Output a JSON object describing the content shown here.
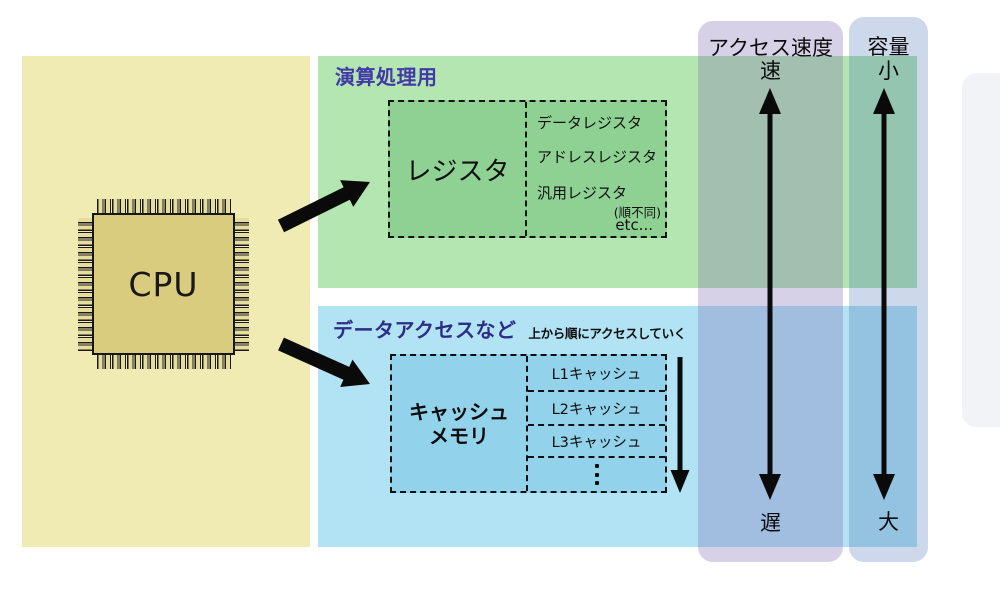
{
  "diagram": {
    "cpu_label": "CPU",
    "compute_panel": {
      "title": "演算処理用",
      "register_box": {
        "main_label": "レジスタ",
        "items": [
          "データレジスタ",
          "アドレスレジスタ",
          "汎用レジスタ"
        ],
        "order_note": "(順不同)",
        "etc_label": "etc..."
      }
    },
    "data_panel": {
      "title": "データアクセスなど",
      "access_order_note": "上から順にアクセスしていく",
      "cache_box": {
        "main_label_lines": [
          "キャッシュ",
          "メモリ"
        ],
        "levels": [
          "L1キャッシュ",
          "L2キャッシュ",
          "L3キャッシュ"
        ],
        "more_icon": "vertical-ellipsis"
      }
    },
    "speed_axis": {
      "title": "アクセス速度",
      "top_label": "速",
      "bottom_label": "遅"
    },
    "capacity_axis": {
      "title": "容量",
      "top_label": "小",
      "bottom_label": "大"
    }
  },
  "colors": {
    "cpu_panel_bg": "#f0ebb3",
    "cpu_chip_fill": "#d9cc7e",
    "chip_outline": "#161616",
    "compute_panel_bg": "#b3e6b1",
    "register_box_fill": "#8ed193",
    "data_panel_bg": "#b2e3f4",
    "cache_box_fill": "#92d3eb",
    "speed_column_overlay": "rgba(122,102,175,0.30)",
    "capacity_column_overlay": "rgba(63,105,174,0.26)",
    "compute_title_color": "#4338a8",
    "data_title_color": "#2d2d86",
    "text_color": "#111111",
    "arrow_color": "#0a0a0a"
  }
}
